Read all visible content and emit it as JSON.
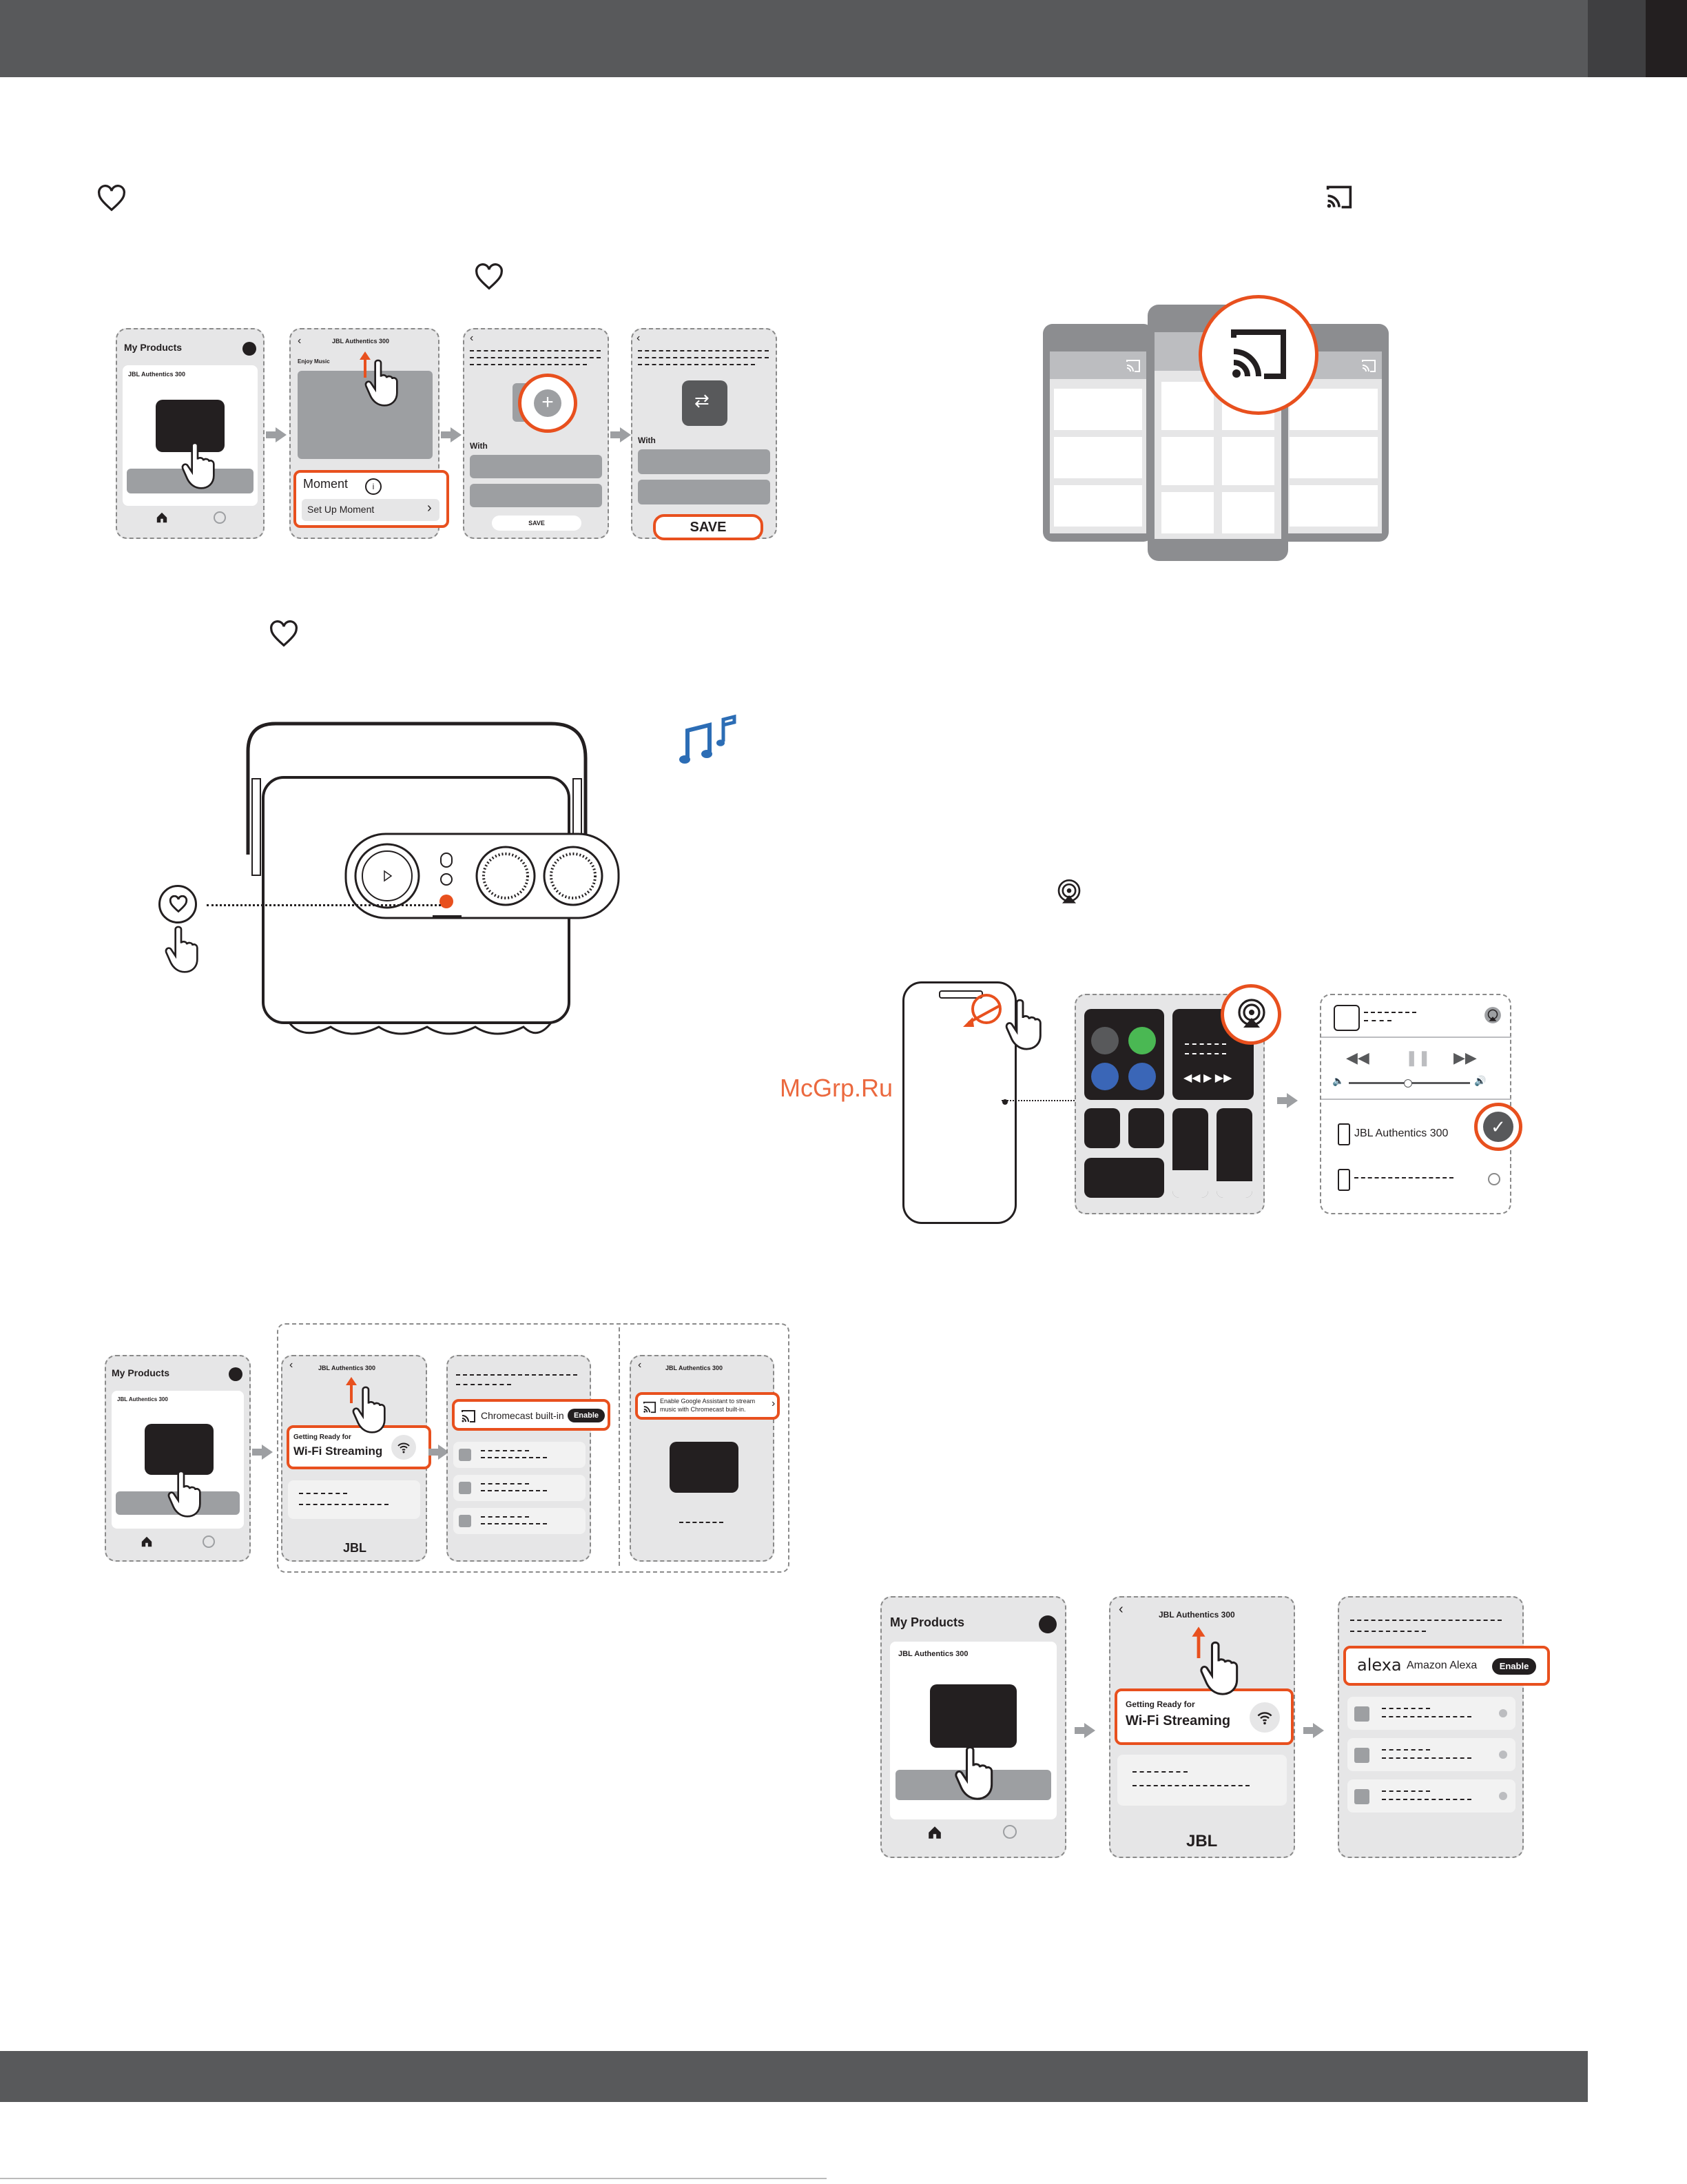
{
  "watermark": "McGrp.Ru",
  "product": "JBL Authentics 300",
  "my_products": "My Products",
  "enjoy_music": "Enjoy Music",
  "moment": "Moment",
  "set_up_moment": "Set Up Moment",
  "with": "With",
  "save_small": "SAVE",
  "save_big": "SAVE",
  "getting_ready": "Getting Ready for",
  "wifi_streaming": "Wi-Fi Streaming",
  "chromecast": "Chromecast built-in",
  "enable": "Enable",
  "ga_line1": "Enable Google Assistant to stream",
  "ga_line2": "music with Chromecast built-in.",
  "amazon_alexa": "Amazon Alexa",
  "alexa_logo": "alexa",
  "jbl_logo": "JBL",
  "colors": {
    "orange": "#e8501e",
    "dark": "#231f20",
    "bar": "#58595b",
    "music": "#2c6db5"
  },
  "icons": [
    "heart-icon",
    "cast-icon",
    "airplay-icon",
    "wifi-icon",
    "music-note-icon",
    "hand-pointer-icon",
    "checkmark-icon"
  ]
}
